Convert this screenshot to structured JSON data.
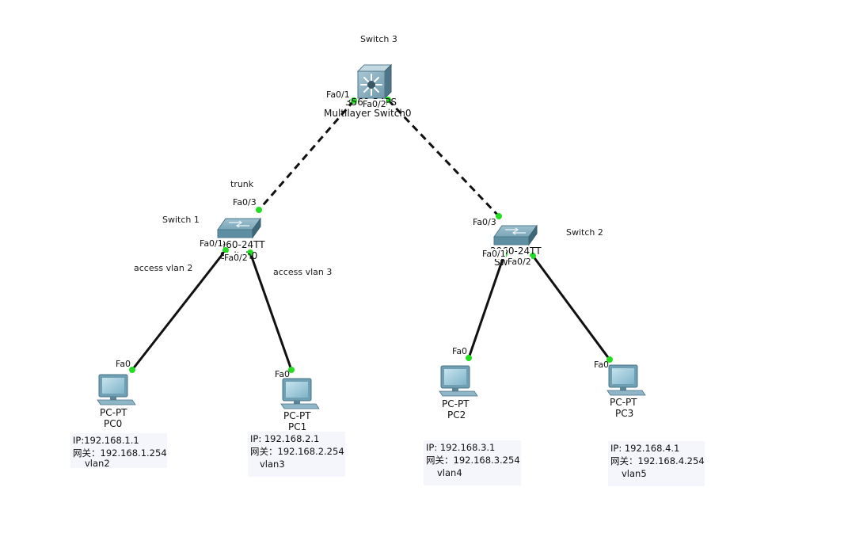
{
  "devices": {
    "switch3": {
      "label": "Switch 3",
      "name_line1": "3560-24PS",
      "name_line2": "Multilayer Switch0"
    },
    "switch1": {
      "label": "Switch 1",
      "name_line1": "2960-24TT",
      "name_line2": "Switch0"
    },
    "switch2": {
      "label": "Switch 2",
      "name_line1": "2960-24TT",
      "name_line2": "Switch1"
    },
    "pc0": {
      "type": "PC-PT",
      "name": "PC0"
    },
    "pc1": {
      "type": "PC-PT",
      "name": "PC1"
    },
    "pc2": {
      "type": "PC-PT",
      "name": "PC2"
    },
    "pc3": {
      "type": "PC-PT",
      "name": "PC3"
    }
  },
  "ports": {
    "s3_fa01": "Fa0/1",
    "s3_fa02": "Fa0/2",
    "s1_fa03": "Fa0/3",
    "s1_fa01": "Fa0/1",
    "s1_fa02": "Fa0/2",
    "s2_fa03": "Fa0/3",
    "s2_fa01": "Fa0/1",
    "s2_fa02": "Fa0/2",
    "pc0_fa0": "Fa0",
    "pc1_fa0": "Fa0",
    "pc2_fa0": "Fa0",
    "pc3_fa0": "Fa0"
  },
  "notes": {
    "trunk": "trunk",
    "access_vlan2": "access vlan 2",
    "access_vlan3": "access vlan 3"
  },
  "info": {
    "pc0": {
      "ip": "IP:192.168.1.1",
      "gateway": "网关：192.168.1.254",
      "vlan": "vlan2"
    },
    "pc1": {
      "ip": "IP:  192.168.2.1",
      "gateway": "网关：192.168.2.254",
      "vlan": "vlan3"
    },
    "pc2": {
      "ip": "IP:  192.168.3.1",
      "gateway": "网关：192.168.3.254",
      "vlan": "vlan4"
    },
    "pc3": {
      "ip": "IP:  192.168.4.1",
      "gateway": "网关：192.168.4.254",
      "vlan": "vlan5"
    }
  },
  "colors": {
    "link": "#111111",
    "port_up": "#22dd22",
    "switch_body": "#6fa0b4",
    "pc_body": "#6fa0b4"
  },
  "icons": {
    "multilayer_switch": "multilayer-switch-icon",
    "switch": "switch-icon",
    "pc": "pc-icon"
  }
}
